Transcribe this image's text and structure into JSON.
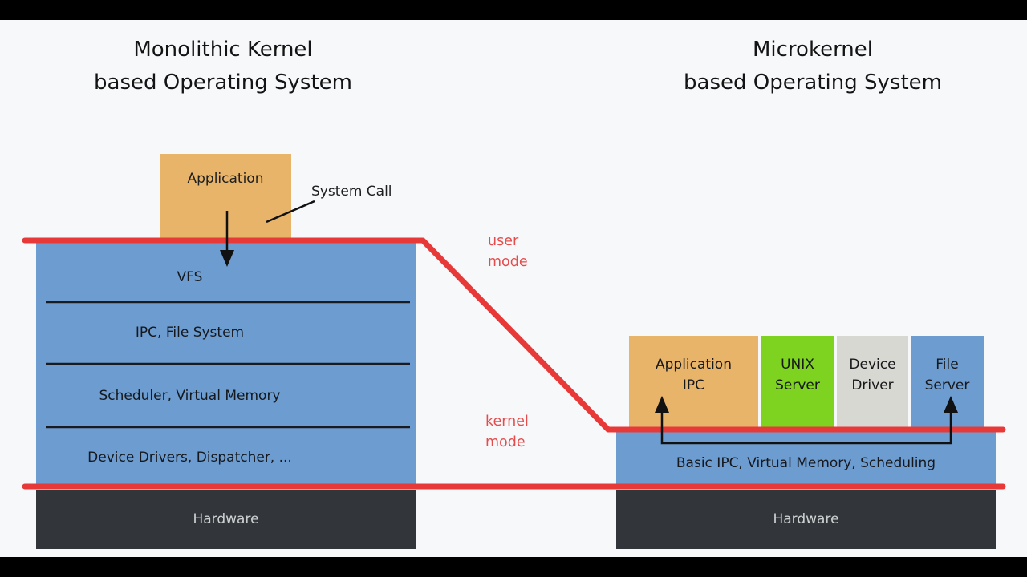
{
  "colors": {
    "background": "#f7f8fa",
    "letterbox": "#000000",
    "application_orange": "#e8b46a",
    "kernel_blue": "#6d9dd0",
    "unix_green": "#7ed321",
    "driver_gray": "#d8d8d3",
    "hardware_dark": "#32363a",
    "boundary_red_line": "#e83939",
    "mode_red_text": "#e54d4d"
  },
  "titles": {
    "monolithic": {
      "line1": "Monolithic Kernel",
      "line2": "based Operating System"
    },
    "microkernel": {
      "line1": "Microkernel",
      "line2": "based Operating System"
    }
  },
  "monolithic": {
    "application_label": "Application",
    "system_call_label": "System Call",
    "layers": [
      "VFS",
      "IPC, File System",
      "Scheduler, Virtual Memory",
      "Device Drivers, Dispatcher, ..."
    ],
    "hardware_label": "Hardware"
  },
  "mode_labels": {
    "user": {
      "line1": "user",
      "line2": "mode"
    },
    "kernel": {
      "line1": "kernel",
      "line2": "mode"
    }
  },
  "microkernel": {
    "servers": [
      {
        "line1": "Application",
        "line2": "IPC",
        "color": "#e8b46a"
      },
      {
        "line1": "UNIX",
        "line2": "Server",
        "color": "#7ed321"
      },
      {
        "line1": "Device",
        "line2": "Driver",
        "color": "#d8d8d3"
      },
      {
        "line1": "File",
        "line2": "Server",
        "color": "#6d9dd0"
      }
    ],
    "kernel_label": "Basic IPC, Virtual Memory, Scheduling",
    "hardware_label": "Hardware"
  }
}
